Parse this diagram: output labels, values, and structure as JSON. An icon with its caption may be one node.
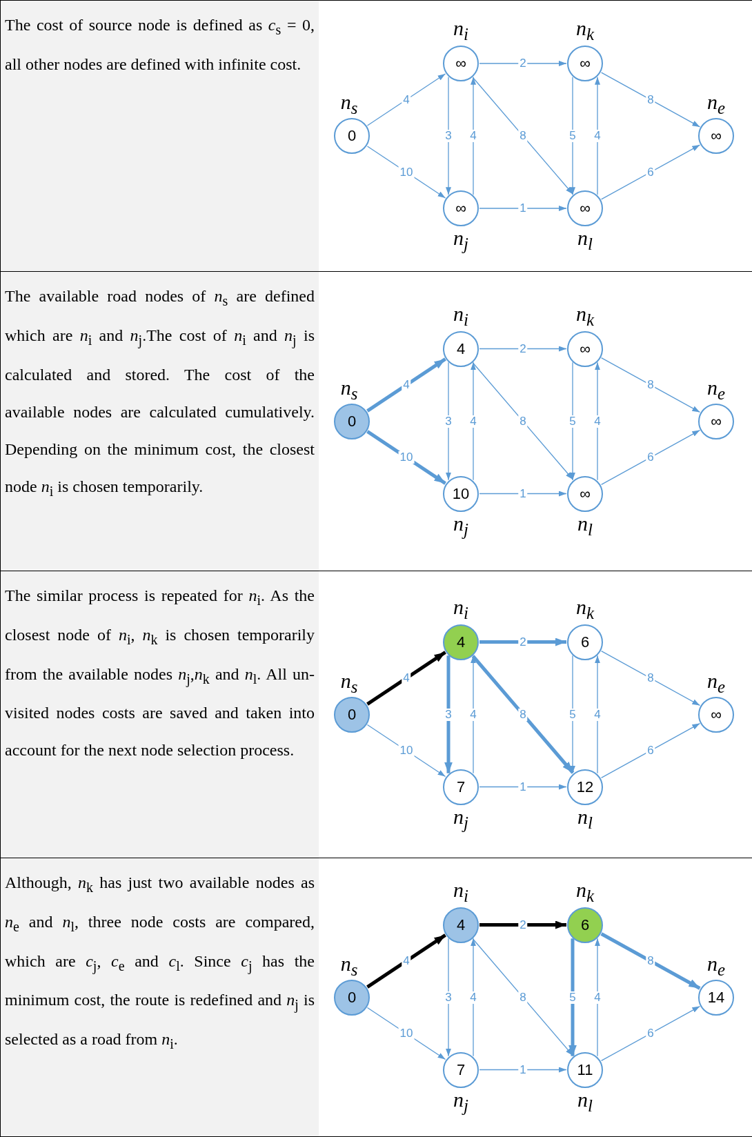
{
  "diagram": {
    "nodes": [
      {
        "text": [
          "0"
        ],
        "beside": [
          "n$_{s}$"
        ]
      },
      {
        "text": [
          "∞"
        ],
        "beside": [
          "n$_{i}$"
        ]
      },
      {
        "text": [
          "∞"
        ],
        "beside": [
          "n$_{j}$"
        ]
      },
      {
        "text": [
          "∞"
        ],
        "beside": [
          "n$_{k}$"
        ]
      },
      {
        "text": [
          "∞"
        ],
        "beside": [
          "n$_{l}$"
        ]
      },
      {
        "text": [
          "∞"
        ],
        "beside": [
          "n$_{e}$"
        ]
      },
      {
        "text": [
          "0"
        ],
        "beside": [
          "n$_{s}$"
        ]
      },
      {
        "text": [
          "4"
        ],
        "beside": [
          "n$_{i}$"
        ]
      },
      {
        "text": [
          "10"
        ],
        "beside": [
          "n$_{j}$"
        ]
      },
      {
        "text": [
          "∞"
        ],
        "beside": [
          "n$_{k}$"
        ]
      },
      {
        "text": [
          "∞"
        ],
        "beside": [
          "n$_{l}$"
        ]
      },
      {
        "text": [
          "∞"
        ],
        "beside": [
          "n$_{e}$"
        ]
      },
      {
        "text": [
          "0"
        ],
        "beside": [
          "n$_{s}$"
        ]
      },
      {
        "text": [
          "4"
        ],
        "beside": [
          "n$_{i}$"
        ]
      },
      {
        "text": [
          "7"
        ],
        "beside": [
          "n$_{j}$"
        ]
      },
      {
        "text": [
          "6"
        ],
        "beside": [
          "n$_{k}$"
        ]
      },
      {
        "text": [
          "12"
        ],
        "beside": [
          "n$_{l}$"
        ]
      },
      {
        "text": [
          "∞"
        ],
        "beside": [
          "n$_{e}$"
        ]
      },
      {
        "text": [
          "0"
        ],
        "beside": [
          "n$_{s}$"
        ]
      },
      {
        "text": [
          "4"
        ],
        "beside": [
          "n$_{i}$"
        ]
      },
      {
        "text": [
          "7"
        ],
        "beside": [
          "n$_{j}$"
        ]
      },
      {
        "text": [
          "6"
        ],
        "beside": [
          "n$_{k}$"
        ]
      },
      {
        "text": [
          "11"
        ],
        "beside": [
          "n$_{l}$"
        ]
      },
      {
        "text": [
          "14"
        ],
        "beside": [
          "n$_{e}$"
        ]
      }
    ],
    "edges": [
      {
        "from": 0,
        "to": 1,
        "arrow": "to",
        "label": "4"
      },
      {
        "from": 0,
        "to": 2,
        "arrow": "to",
        "label": "10"
      },
      {
        "from": 1,
        "to": 2,
        "arrow": "to",
        "label": "3"
      },
      {
        "from": 2,
        "to": 1,
        "arrow": "to",
        "label": "4"
      },
      {
        "from": 1,
        "to": 3,
        "arrow": "to",
        "label": "2"
      },
      {
        "from": 1,
        "to": 4,
        "arrow": "to",
        "label": "8"
      },
      {
        "from": 2,
        "to": 4,
        "arrow": "to",
        "label": "1"
      },
      {
        "from": 3,
        "to": 4,
        "arrow": "to",
        "label": "5"
      },
      {
        "from": 4,
        "to": 3,
        "arrow": "to",
        "label": "4"
      },
      {
        "from": 3,
        "to": 5,
        "arrow": "to",
        "label": "8"
      },
      {
        "from": 4,
        "to": 5,
        "arrow": "to",
        "label": "6"
      },
      {
        "from": 6,
        "to": 7,
        "arrow": "to",
        "label": "4",
        "style": "thick"
      },
      {
        "from": 6,
        "to": 8,
        "arrow": "to",
        "label": "10",
        "style": "thick"
      },
      {
        "from": 7,
        "to": 8,
        "arrow": "to",
        "label": "3"
      },
      {
        "from": 8,
        "to": 7,
        "arrow": "to",
        "label": "4"
      },
      {
        "from": 7,
        "to": 9,
        "arrow": "to",
        "label": "2"
      },
      {
        "from": 7,
        "to": 10,
        "arrow": "to",
        "label": "8"
      },
      {
        "from": 8,
        "to": 10,
        "arrow": "to",
        "label": "1"
      },
      {
        "from": 9,
        "to": 10,
        "arrow": "to",
        "label": "5"
      },
      {
        "from": 10,
        "to": 9,
        "arrow": "to",
        "label": "4"
      },
      {
        "from": 9,
        "to": 11,
        "arrow": "to",
        "label": "8"
      },
      {
        "from": 10,
        "to": 11,
        "arrow": "to",
        "label": "6"
      },
      {
        "from": 12,
        "to": 13,
        "arrow": "to",
        "label": "4",
        "style": "thick",
        "color": "#000000"
      },
      {
        "from": 12,
        "to": 14,
        "arrow": "to",
        "label": "10"
      },
      {
        "from": 13,
        "to": 14,
        "arrow": "to",
        "label": "3",
        "style": "thick"
      },
      {
        "from": 14,
        "to": 13,
        "arrow": "to",
        "label": "4"
      },
      {
        "from": 13,
        "to": 15,
        "arrow": "to",
        "label": "2",
        "style": "thick"
      },
      {
        "from": 13,
        "to": 16,
        "arrow": "to",
        "label": "8",
        "style": "thick"
      },
      {
        "from": 14,
        "to": 16,
        "arrow": "to",
        "label": "1"
      },
      {
        "from": 15,
        "to": 16,
        "arrow": "to",
        "label": "5"
      },
      {
        "from": 16,
        "to": 15,
        "arrow": "to",
        "label": "4"
      },
      {
        "from": 15,
        "to": 17,
        "arrow": "to",
        "label": "8"
      },
      {
        "from": 16,
        "to": 17,
        "arrow": "to",
        "label": "6"
      },
      {
        "from": 18,
        "to": 19,
        "arrow": "to",
        "label": "4",
        "style": "thick",
        "color": "#000000"
      },
      {
        "from": 18,
        "to": 20,
        "arrow": "to",
        "label": "10"
      },
      {
        "from": 19,
        "to": 20,
        "arrow": "to",
        "label": "3"
      },
      {
        "from": 20,
        "to": 19,
        "arrow": "to",
        "label": "4"
      },
      {
        "from": 19,
        "to": 21,
        "arrow": "to",
        "label": "2",
        "style": "thick",
        "color": "#000000"
      },
      {
        "from": 19,
        "to": 22,
        "arrow": "to",
        "label": "8"
      },
      {
        "from": 20,
        "to": 22,
        "arrow": "to",
        "label": "1"
      },
      {
        "from": 21,
        "to": 22,
        "arrow": "to",
        "label": "5",
        "style": "thick"
      },
      {
        "from": 22,
        "to": 21,
        "arrow": "to",
        "label": "4"
      },
      {
        "from": 21,
        "to": 23,
        "arrow": "to",
        "label": "8",
        "style": "thick"
      },
      {
        "from": 22,
        "to": 23,
        "arrow": "to",
        "label": "6"
      }
    ],
    "labels": [
      "The cost of source node is defined as *c*$_{s}$ = 0, all other nodes are defined with infinite cost.",
      "The available road nodes of *n*$_{s}$ are defined which are *n*$_{i}$ and *n*$_{j}$.The cost of *n*$_{i}$ and *n*$_{j}$ is calculated and stored. The cost of the available nodes are calculated cumulatively. Depending on the minimum cost, the closest node *n*$_{i}$ is chosen temporarily.",
      "The similar process is repeated for *n*$_{i}$. As the closest node of *n*$_{i}$, *n*$_{k}$ is chosen temporarily from the available nodes *n*$_{j}$,*n*$_{k}$ and *n*$_{l}$. All un-visited nodes costs are saved and taken into account for the next node selection process.",
      "Although, *n*$_{k}$ has just two available nodes as *n*$_{e}$ and *n*$_{l}$, three node costs are compared, which are *c*$_{j}$, *c*$_{e}$ and *c*$_{l}$. Since *c*$_{j}$ has the minimum cost, the route is redefined and *n*$_{j}$ is selected as a road from *n*$_{i}$."
    ]
  }
}
